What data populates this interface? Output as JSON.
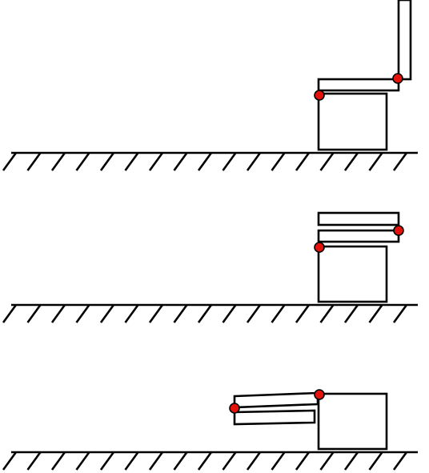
{
  "diagram": {
    "colors": {
      "line": "#000000",
      "background": "#ffffff",
      "pivot": "#e3120b"
    },
    "panels": [
      {
        "id": "panel-1",
        "state": "unfolded"
      },
      {
        "id": "panel-2",
        "state": "folded"
      },
      {
        "id": "panel-3",
        "state": "extended"
      }
    ]
  }
}
